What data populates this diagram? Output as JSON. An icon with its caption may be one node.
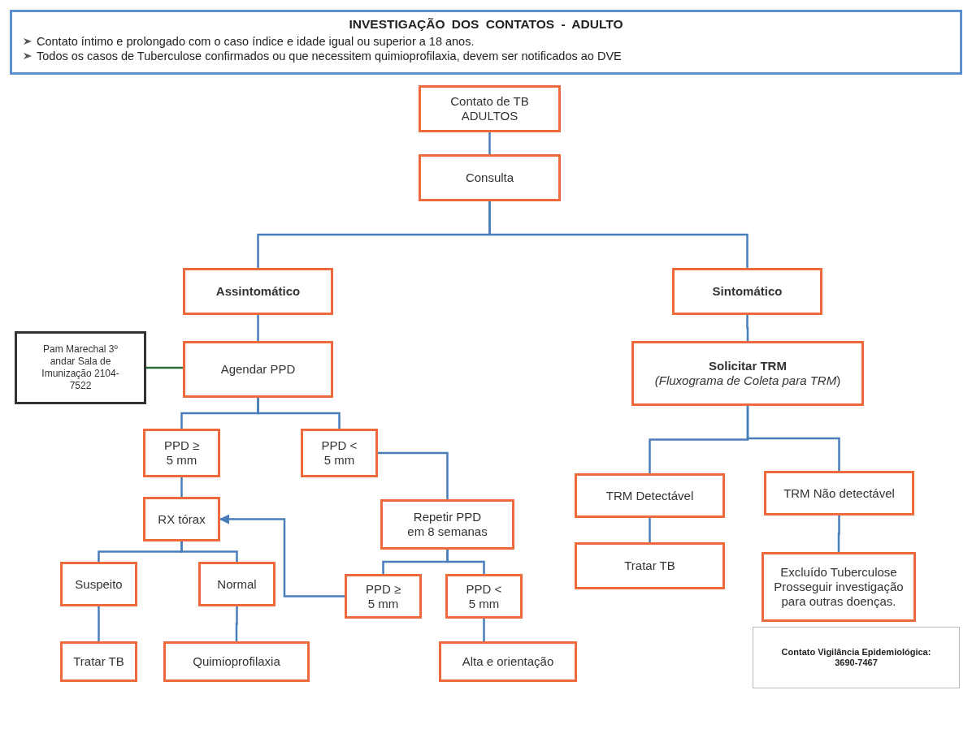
{
  "diagram": {
    "nodes": [
      {
        "text": [
          "INVESTIGAÇÃO DOS CONTATOS - ADULTO",
          "Contato íntimo e prolongado com o caso índice e idade igual ou superior a 18 anos.",
          "Todos os casos de Tuberculose confirmados ou que necessitem quimioprofilaxia, devem ser notificados ao DVE"
        ]
      },
      {
        "text": [
          "Contato de TB ADULTOS"
        ]
      },
      {
        "text": [
          "Consulta"
        ]
      },
      {
        "text": [
          "Assintomático"
        ]
      },
      {
        "text": [
          "Sintomático"
        ]
      },
      {
        "text": [
          "Pam Marechal 3º andar Sala de Imunização 2104-7522"
        ]
      },
      {
        "text": [
          "Agendar PPD"
        ]
      },
      {
        "text": [
          "Solicitar TRM",
          "*(Fluxograma de Coleta para TRM*)"
        ]
      },
      {
        "text": [
          "PPD ≥ 5 mm"
        ]
      },
      {
        "text": [
          "PPD < 5 mm"
        ]
      },
      {
        "text": [
          "TRM Detectável"
        ]
      },
      {
        "text": [
          "TRM Não detectável"
        ]
      },
      {
        "text": [
          "RX tórax"
        ]
      },
      {
        "text": [
          "Repetir PPD em 8 semanas"
        ]
      },
      {
        "text": [
          "Tratar TB"
        ]
      },
      {
        "text": [
          "Excluído Tuberculose Prosseguir investigação para outras doenças."
        ]
      },
      {
        "text": [
          "Suspeito"
        ]
      },
      {
        "text": [
          "Normal"
        ]
      },
      {
        "text": [
          "PPD ≥ 5 mm"
        ]
      },
      {
        "text": [
          "PPD < 5 mm"
        ]
      },
      {
        "text": [
          "Tratar TB"
        ]
      },
      {
        "text": [
          "Quimioprofilaxia"
        ]
      },
      {
        "text": [
          "Alta e orientação"
        ]
      },
      {
        "text": [
          "Contato Vigilância Epidemiológica:",
          "3690-7467"
        ]
      }
    ],
    "edges": [
      {
        "from": 1,
        "to": 2,
        "arrow": "none"
      },
      {
        "from": 2,
        "to": 3,
        "arrow": "none"
      },
      {
        "from": 2,
        "to": 4,
        "arrow": "none"
      },
      {
        "from": 3,
        "to": 6,
        "arrow": "none"
      },
      {
        "from": 5,
        "to": 6,
        "arrow": "none",
        "color": "#2e6b3a"
      },
      {
        "from": 4,
        "to": 7,
        "arrow": "none"
      },
      {
        "from": 6,
        "to": 8,
        "arrow": "none"
      },
      {
        "from": 6,
        "to": 9,
        "arrow": "none"
      },
      {
        "from": 7,
        "to": 10,
        "arrow": "none"
      },
      {
        "from": 7,
        "to": 11,
        "arrow": "none"
      },
      {
        "from": 8,
        "to": 12,
        "arrow": "none"
      },
      {
        "from": 9,
        "to": 13,
        "arrow": "none"
      },
      {
        "from": 10,
        "to": 14,
        "arrow": "none"
      },
      {
        "from": 11,
        "to": 15,
        "arrow": "none"
      },
      {
        "from": 12,
        "to": 16,
        "arrow": "none"
      },
      {
        "from": 12,
        "to": 17,
        "arrow": "none"
      },
      {
        "from": 13,
        "to": 18,
        "arrow": "none"
      },
      {
        "from": 13,
        "to": 19,
        "arrow": "none"
      },
      {
        "from": 18,
        "to": 12,
        "arrow": "to"
      },
      {
        "from": 16,
        "to": 20,
        "arrow": "none"
      },
      {
        "from": 17,
        "to": 21,
        "arrow": "none"
      },
      {
        "from": 19,
        "to": 22,
        "arrow": "none"
      }
    ]
  }
}
